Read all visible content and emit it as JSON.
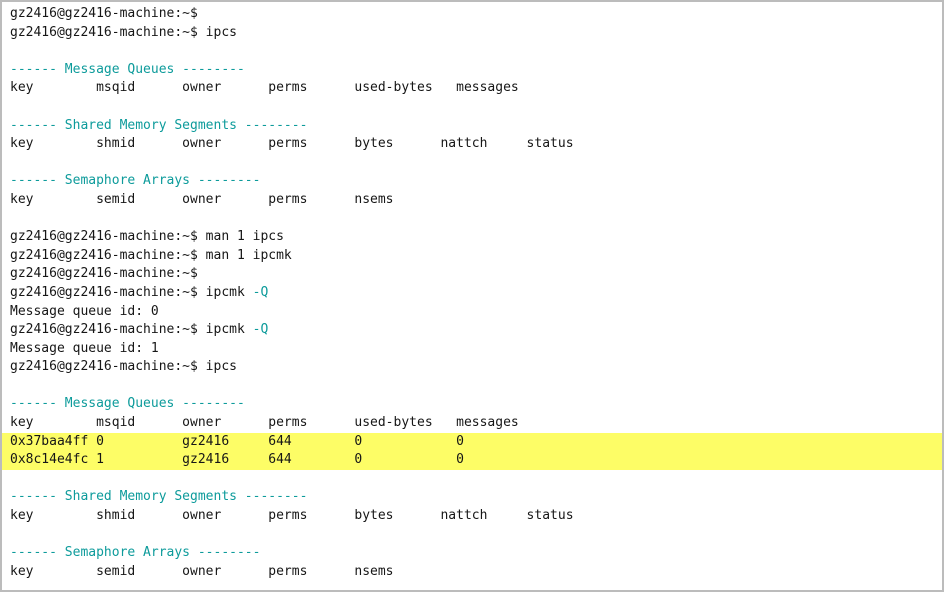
{
  "colors": {
    "foreground": "#161616",
    "background": "#ffffff",
    "accent_teal": "#0d9b9b",
    "highlight_yellow": "#fdfd66",
    "border_gray": "#bcbcbc"
  },
  "terminal": {
    "prompt": "gz2416@gz2416-machine:~$",
    "lines": [
      {
        "segments": [
          {
            "text": "gz2416@gz2416-machine:~$ "
          }
        ]
      },
      {
        "segments": [
          {
            "text": "gz2416@gz2416-machine:~$ ipcs"
          }
        ]
      },
      {
        "segments": []
      },
      {
        "segments": [
          {
            "text": "------ Message Queues --------",
            "color": "teal"
          }
        ]
      },
      {
        "segments": [
          {
            "text": "key        msqid      owner      perms      used-bytes   messages    "
          }
        ]
      },
      {
        "segments": []
      },
      {
        "segments": [
          {
            "text": "------ Shared Memory Segments --------",
            "color": "teal"
          }
        ]
      },
      {
        "segments": [
          {
            "text": "key        shmid      owner      perms      bytes      nattch     status      "
          }
        ]
      },
      {
        "segments": []
      },
      {
        "segments": [
          {
            "text": "------ Semaphore Arrays --------",
            "color": "teal"
          }
        ]
      },
      {
        "segments": [
          {
            "text": "key        semid      owner      perms      nsems     "
          }
        ]
      },
      {
        "segments": []
      },
      {
        "segments": [
          {
            "text": "gz2416@gz2416-machine:~$ man 1 ipcs"
          }
        ]
      },
      {
        "segments": [
          {
            "text": "gz2416@gz2416-machine:~$ man 1 ipcmk"
          }
        ]
      },
      {
        "segments": [
          {
            "text": "gz2416@gz2416-machine:~$ "
          }
        ]
      },
      {
        "segments": [
          {
            "text": "gz2416@gz2416-machine:~$ ipcmk "
          },
          {
            "text": "-Q",
            "color": "teal"
          }
        ]
      },
      {
        "segments": [
          {
            "text": "Message queue id: 0"
          }
        ]
      },
      {
        "segments": [
          {
            "text": "gz2416@gz2416-machine:~$ ipcmk "
          },
          {
            "text": "-Q",
            "color": "teal"
          }
        ]
      },
      {
        "segments": [
          {
            "text": "Message queue id: 1"
          }
        ]
      },
      {
        "segments": [
          {
            "text": "gz2416@gz2416-machine:~$ ipcs"
          }
        ]
      },
      {
        "segments": []
      },
      {
        "segments": [
          {
            "text": "------ Message Queues --------",
            "color": "teal"
          }
        ]
      },
      {
        "segments": [
          {
            "text": "key        msqid      owner      perms      used-bytes   messages    "
          }
        ]
      },
      {
        "highlight": true,
        "segments": [
          {
            "text": "0x37baa4ff 0          gz2416     644        0            0           "
          }
        ]
      },
      {
        "highlight": true,
        "segments": [
          {
            "text": "0x8c14e4fc 1          gz2416     644        0            0           "
          }
        ]
      },
      {
        "segments": []
      },
      {
        "segments": [
          {
            "text": "------ Shared Memory Segments --------",
            "color": "teal"
          }
        ]
      },
      {
        "segments": [
          {
            "text": "key        shmid      owner      perms      bytes      nattch     status      "
          }
        ]
      },
      {
        "segments": []
      },
      {
        "segments": [
          {
            "text": "------ Semaphore Arrays --------",
            "color": "teal"
          }
        ]
      },
      {
        "segments": [
          {
            "text": "key        semid      owner      perms      nsems     "
          }
        ]
      }
    ]
  }
}
